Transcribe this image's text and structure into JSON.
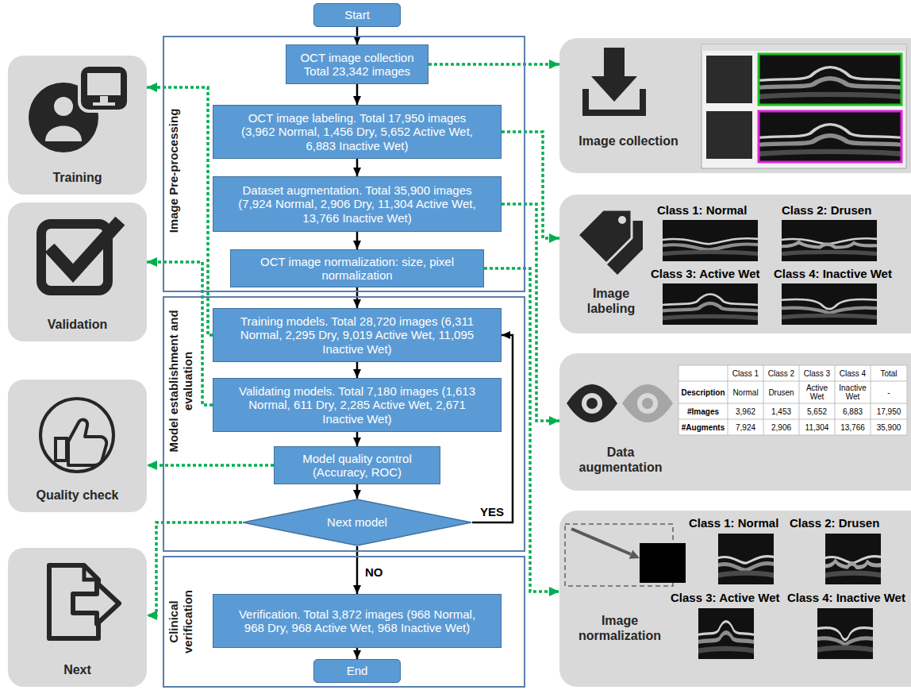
{
  "diagram": {
    "nodes": [
      {
        "text": [
          "Start"
        ]
      },
      {
        "text": [
          "Image Pre-processing"
        ]
      },
      {
        "text": [
          "OCT image collection Total 23,342 images"
        ],
        "in": 1
      },
      {
        "text": [
          "OCT image labeling. Total 17,950 images (3,962 Normal, 1,456 Dry, 5,652 Active Wet, 6,883 Inactive Wet)"
        ],
        "in": 1
      },
      {
        "text": [
          "Dataset augmentation. Total 35,900 images (7,924 Normal, 2,906 Dry, 11,304 Active Wet, 13,766 Inactive Wet)"
        ],
        "in": 1
      },
      {
        "text": [
          "OCT image normalization: size, pixel normalization"
        ],
        "in": 1
      },
      {
        "text": [
          "Model establishment and evaluation"
        ]
      },
      {
        "text": [
          "Training models. Total 28,720 images (6,311 Normal, 2,295 Dry, 9,019 Active Wet, 11,095 Inactive Wet)"
        ],
        "in": 6
      },
      {
        "text": [
          "Validating models. Total 7,180 images (1,613 Normal, 611 Dry, 2,285 Active Wet, 2,671 Inactive Wet)"
        ],
        "in": 6
      },
      {
        "text": [
          "Model quality control (Accuracy, ROC)"
        ],
        "in": 6
      },
      {
        "text": [
          "Next model"
        ],
        "in": 6
      },
      {
        "text": [
          "Clinical verification"
        ]
      },
      {
        "text": [
          "Verification. Total 3,872 images (968 Normal, 968 Dry, 968 Active Wet, 968 Inactive Wet)"
        ],
        "in": 11
      },
      {
        "text": [
          "End"
        ],
        "in": 11
      },
      {
        "text": [
          "Training"
        ]
      },
      {
        "text": [
          "Validation"
        ]
      },
      {
        "text": [
          "Quality check"
        ]
      },
      {
        "text": [
          "Next"
        ]
      },
      {
        "text": [
          "Image collection"
        ]
      },
      {
        "text": [
          "Image labeling",
          "Class 1: Normal",
          "Class 2: Drusen",
          "Class 3: Active Wet",
          "Class 4: Inactive Wet"
        ]
      },
      {
        "text": [
          "Data augmentation"
        ]
      },
      {
        "text": [
          "Image normalization",
          "Class 1: Normal",
          "Class 2: Drusen",
          "Class 3: Active Wet",
          "Class 4: Inactive Wet"
        ]
      }
    ],
    "edges": [
      {
        "from": 0,
        "to": 2,
        "arrow": "to"
      },
      {
        "from": 2,
        "to": 3,
        "arrow": "to"
      },
      {
        "from": 3,
        "to": 4,
        "arrow": "to"
      },
      {
        "from": 4,
        "to": 5,
        "arrow": "to"
      },
      {
        "from": 5,
        "to": 7,
        "arrow": "to"
      },
      {
        "from": 7,
        "to": 8,
        "arrow": "to"
      },
      {
        "from": 8,
        "to": 9,
        "arrow": "to"
      },
      {
        "from": 9,
        "to": 10,
        "arrow": "to"
      },
      {
        "from": 10,
        "to": 7,
        "label": "YES",
        "arrow": "to"
      },
      {
        "from": 10,
        "to": 12,
        "label": "NO",
        "arrow": "to"
      },
      {
        "from": 12,
        "to": 13,
        "arrow": "to"
      },
      {
        "from": 2,
        "to": 18,
        "arrow": "to"
      },
      {
        "from": 3,
        "to": 19,
        "arrow": "to"
      },
      {
        "from": 4,
        "to": 20,
        "arrow": "to"
      },
      {
        "from": 5,
        "to": 21,
        "arrow": "to"
      },
      {
        "from": 7,
        "to": 14,
        "arrow": "to"
      },
      {
        "from": 8,
        "to": 15,
        "arrow": "to"
      },
      {
        "from": 9,
        "to": 16,
        "arrow": "to"
      },
      {
        "from": 10,
        "to": 17,
        "arrow": "to"
      }
    ],
    "labels": [
      "Class 1",
      "Class 2",
      "Class 3",
      "Class 4",
      "Total",
      "Description",
      "Normal",
      "Drusen",
      "Active Wet",
      "Inactive Wet",
      "-",
      "#Images",
      "3,962",
      "1,453",
      "5,652",
      "6,883",
      "17,950",
      "#Augments",
      "7,924",
      "2,906",
      "11,304",
      "13,766",
      "35,900"
    ]
  }
}
